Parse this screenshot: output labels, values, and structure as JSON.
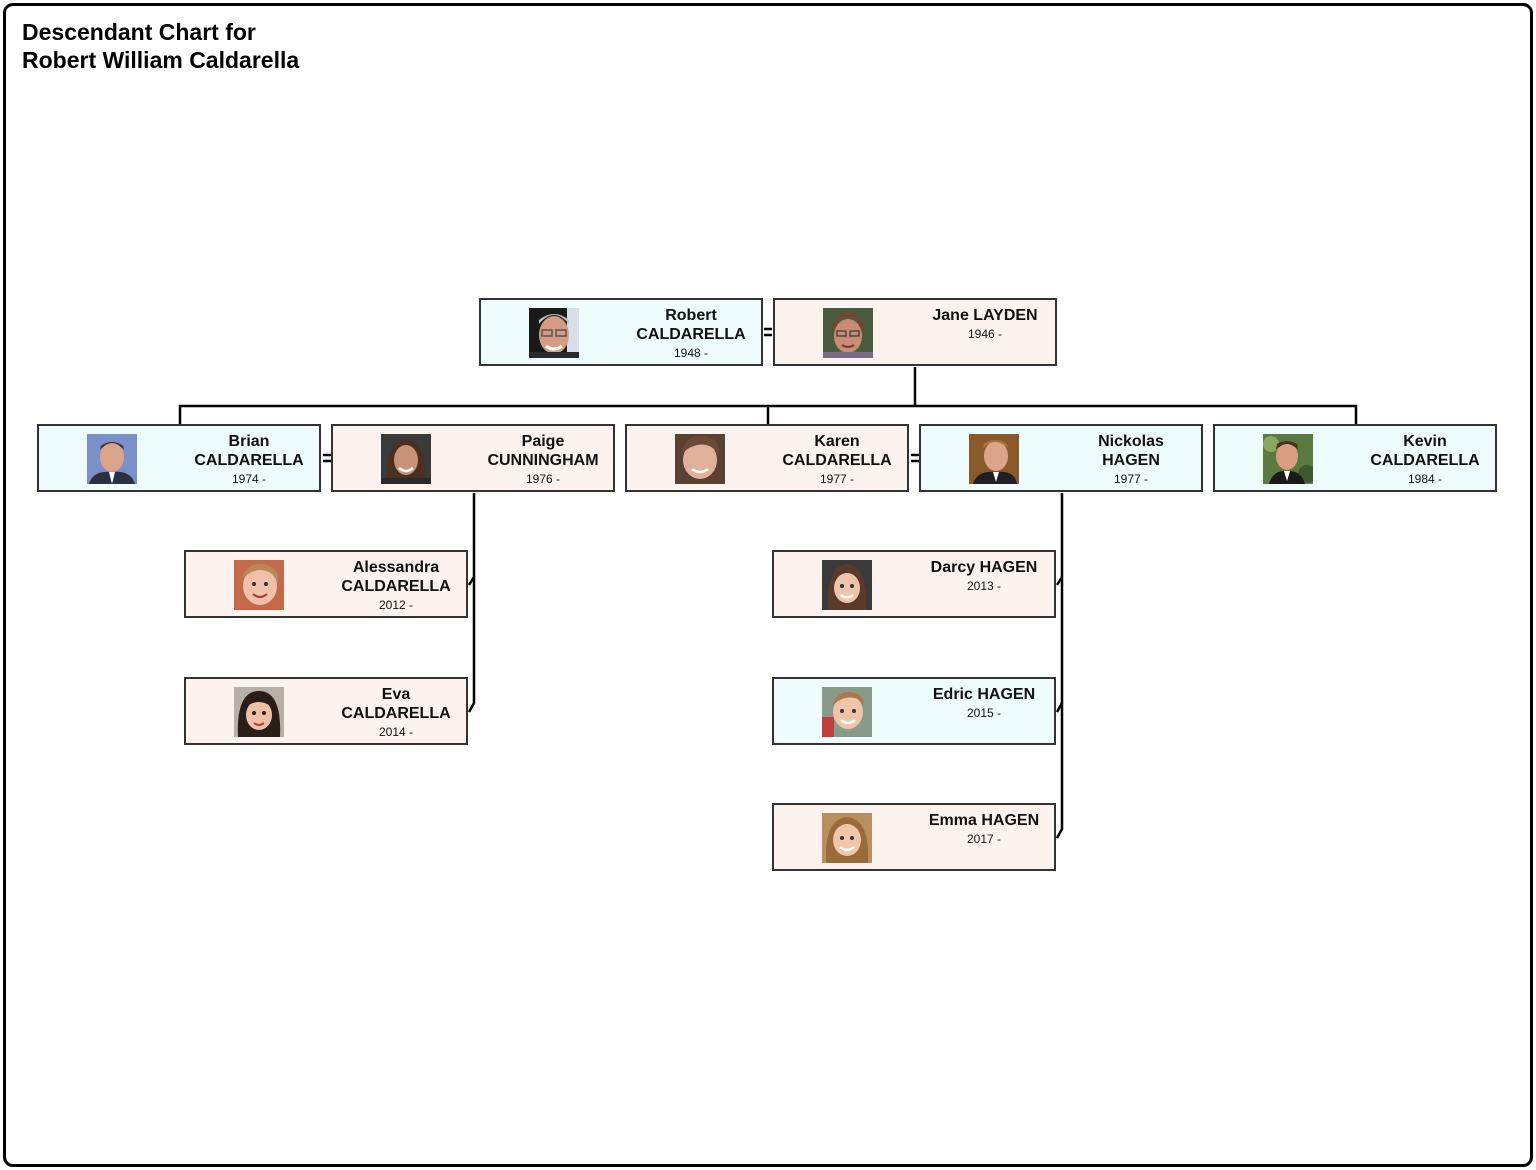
{
  "title_line1": "Descendant Chart for",
  "title_line2": "Robert William Caldarella",
  "people": {
    "robert": {
      "given": "Robert",
      "surname": "CALDARELLA",
      "dates": "1948 -",
      "sex": "male"
    },
    "jane": {
      "given": "Jane LAYDEN",
      "surname": "",
      "dates": "1946 -",
      "sex": "female"
    },
    "brian": {
      "given": "Brian",
      "surname": "CALDARELLA",
      "dates": "1974 -",
      "sex": "male"
    },
    "paige": {
      "given": "Paige",
      "surname": "CUNNINGHAM",
      "dates": "1976 -",
      "sex": "female"
    },
    "karen": {
      "given": "Karen",
      "surname": "CALDARELLA",
      "dates": "1977 -",
      "sex": "female"
    },
    "nickolas": {
      "given": "Nickolas",
      "surname": "HAGEN",
      "dates": "1977 -",
      "sex": "male"
    },
    "kevin": {
      "given": "Kevin",
      "surname": "CALDARELLA",
      "dates": "1984 -",
      "sex": "male"
    },
    "alessandra": {
      "given": "Alessandra",
      "surname": "CALDARELLA",
      "dates": "2012 -",
      "sex": "female"
    },
    "eva": {
      "given": "Eva",
      "surname": "CALDARELLA",
      "dates": "2014 -",
      "sex": "female"
    },
    "darcy": {
      "given": "Darcy HAGEN",
      "surname": "",
      "dates": "2013 -",
      "sex": "female"
    },
    "edric": {
      "given": "Edric HAGEN",
      "surname": "",
      "dates": "2015 -",
      "sex": "male"
    },
    "emma": {
      "given": "Emma HAGEN",
      "surname": "",
      "dates": "2017 -",
      "sex": "female"
    }
  },
  "couples": [
    [
      "robert",
      "jane"
    ],
    [
      "brian",
      "paige"
    ],
    [
      "karen",
      "nickolas"
    ]
  ],
  "children_of": {
    "robert-jane": [
      "brian",
      "karen",
      "kevin"
    ],
    "brian-paige": [
      "alessandra",
      "eva"
    ],
    "karen-nickolas": [
      "darcy",
      "edric",
      "emma"
    ]
  },
  "colors": {
    "male_box": "#eefcfd",
    "female_box": "#fdf3ee",
    "border": "#333333",
    "line": "#000000"
  }
}
